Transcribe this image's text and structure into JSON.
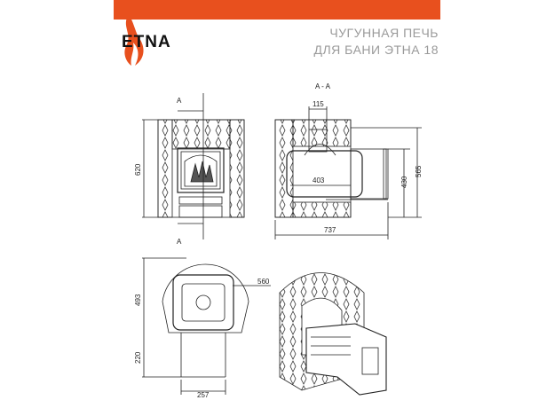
{
  "header": {
    "brand": "ETNA",
    "title_line1": "ЧУГУННАЯ ПЕЧЬ",
    "title_line2": "ДЛЯ БАНИ ЭТНА 18",
    "accent_color": "#e8501e"
  },
  "drawing": {
    "section_label": "A - A",
    "section_mark": "A",
    "dims": {
      "height_front": "620",
      "flue": "115",
      "firebox_depth": "403",
      "height_door": "430",
      "height_total": "565",
      "length_total": "737",
      "diameter": "560",
      "height_body": "493",
      "height_pipe": "220",
      "width_pipe": "257"
    }
  }
}
